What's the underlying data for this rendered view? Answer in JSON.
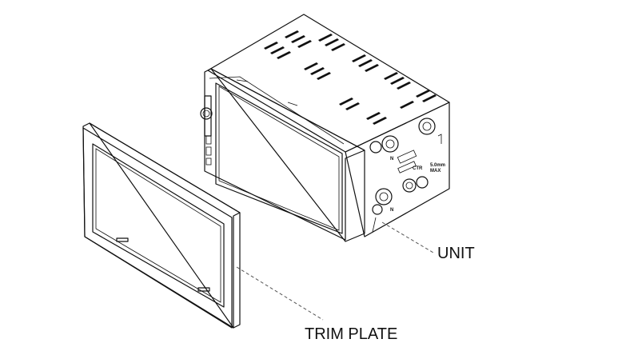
{
  "labels": {
    "unit": "UNIT",
    "trim_plate": "TRIM PLATE"
  },
  "markings": {
    "max_depth": "5.0mm",
    "max": "MAX",
    "n": "N",
    "ctr": "CTR"
  },
  "colors": {
    "line": "#111111",
    "background": "#ffffff",
    "leader": "#555555"
  }
}
